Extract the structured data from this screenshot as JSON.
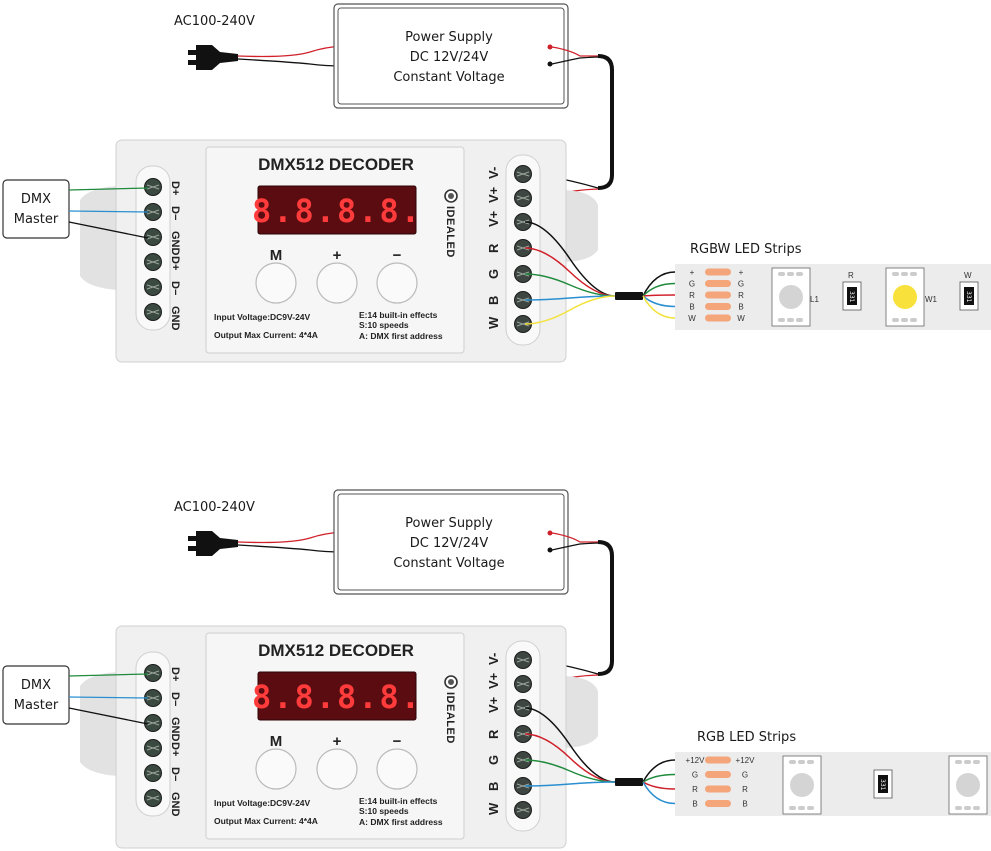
{
  "diagrams": [
    {
      "id": "rgbw",
      "ac_label": "AC100-240V",
      "power_supply": {
        "line1": "Power Supply",
        "line2": "DC 12V/24V",
        "line3": "Constant Voltage"
      },
      "dmx_master": {
        "line1": "DMX",
        "line2": "Master"
      },
      "decoder": {
        "title": "DMX512 DECODER",
        "display": "8.8.8.8.",
        "brand": "IDEALED",
        "buttons": [
          "M",
          "+",
          "−"
        ],
        "spec_left": [
          "Input Voltage:DC9V-24V",
          "Output Max  Current: 4*4A"
        ],
        "spec_right": [
          "E:14 built-in effects",
          "S:10 speeds",
          "A: DMX first address"
        ],
        "left_terminals": [
          "D+",
          "D−",
          "GND",
          "D+",
          "D−",
          "GND"
        ],
        "right_terminals": [
          "V-",
          "V+",
          "V+",
          "R",
          "G",
          "B",
          "W"
        ]
      },
      "strip": {
        "title": "RGBW LED Strips",
        "pads_left": [
          "+",
          "G",
          "R",
          "B",
          "W"
        ],
        "pads_right": [
          "+",
          "G",
          "R",
          "B",
          "W"
        ],
        "labels": [
          "L1",
          "R",
          "W1",
          "W"
        ],
        "resistor_codes": [
          "331",
          "331"
        ]
      }
    },
    {
      "id": "rgb",
      "ac_label": "AC100-240V",
      "power_supply": {
        "line1": "Power Supply",
        "line2": "DC 12V/24V",
        "line3": "Constant Voltage"
      },
      "dmx_master": {
        "line1": "DMX",
        "line2": "Master"
      },
      "decoder": {
        "title": "DMX512 DECODER",
        "display": "8.8.8.8.",
        "brand": "IDEALED",
        "buttons": [
          "M",
          "+",
          "−"
        ],
        "spec_left": [
          "Input Voltage:DC9V-24V",
          "Output Max  Current: 4*4A"
        ],
        "spec_right": [
          "E:14 built-in effects",
          "S:10 speeds",
          "A: DMX first address"
        ],
        "left_terminals": [
          "D+",
          "D−",
          "GND",
          "D+",
          "D−",
          "GND"
        ],
        "right_terminals": [
          "V-",
          "V+",
          "V+",
          "R",
          "G",
          "B",
          "W"
        ]
      },
      "strip": {
        "title": "RGB LED Strips",
        "pads_left": [
          "+12V",
          "G",
          "R",
          "B"
        ],
        "pads_right": [
          "+12V",
          "G",
          "R",
          "B"
        ],
        "labels": [],
        "resistor_codes": [
          "331"
        ]
      }
    }
  ],
  "colors": {
    "wire_red": "#d0202a",
    "wire_black": "#111111",
    "wire_green": "#1f8a3c",
    "wire_blue": "#2a8fd0",
    "wire_yellow": "#f2e23a",
    "led_red": "#ff3b3b",
    "display_bg": "#5a0c10",
    "pad_orange": "#f4a57a",
    "strip_bg": "#ececec",
    "case": "#f0f0f0"
  }
}
